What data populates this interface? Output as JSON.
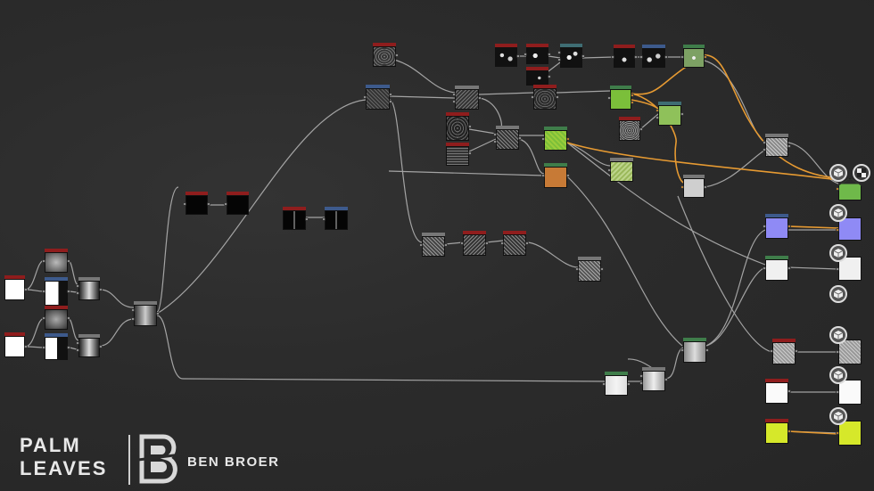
{
  "brand": {
    "title_line_1": "PALM",
    "title_line_2": "LEAVES",
    "author": "BEN BROER",
    "mark_icon": "bb-monogram-icon"
  },
  "colors": {
    "background": "#2a2a2a",
    "wire_default": "#b9b9b9",
    "wire_orange": "#e69a32",
    "header_red": "#8f1d1d",
    "header_blue": "#3d5a8c",
    "header_green": "#3f7d4a",
    "header_teal": "#3f6d73",
    "thumb_green": "#7bbf3a",
    "thumb_orange": "#c77a36",
    "thumb_violet": "#8f8af5",
    "thumb_lime": "#d6e82a"
  },
  "output_icons": [
    "cube-output-icon",
    "checker-output-icon"
  ]
}
